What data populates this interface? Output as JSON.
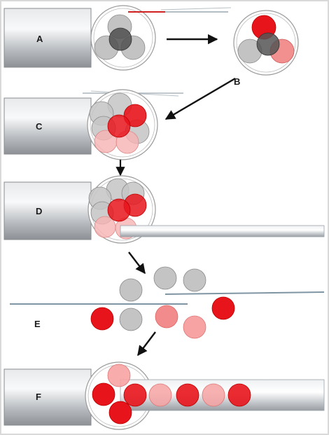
{
  "labels": {
    "a": "A",
    "b": "B",
    "c": "C",
    "d": "D",
    "e": "E",
    "f": "F"
  },
  "colors": {
    "frame": "#d9d9d9",
    "cylinder_light": "#f4f5f6",
    "cylinder_mid": "#c7cacd",
    "cylinder_dark": "#8d9196",
    "sphere_gray": "#b3b3b3",
    "sphere_dark": "#555555",
    "sphere_red": "#e8141c",
    "sphere_pink": "#f28c8c",
    "fiber": "#8fa3b0",
    "arrow": "#111111"
  }
}
